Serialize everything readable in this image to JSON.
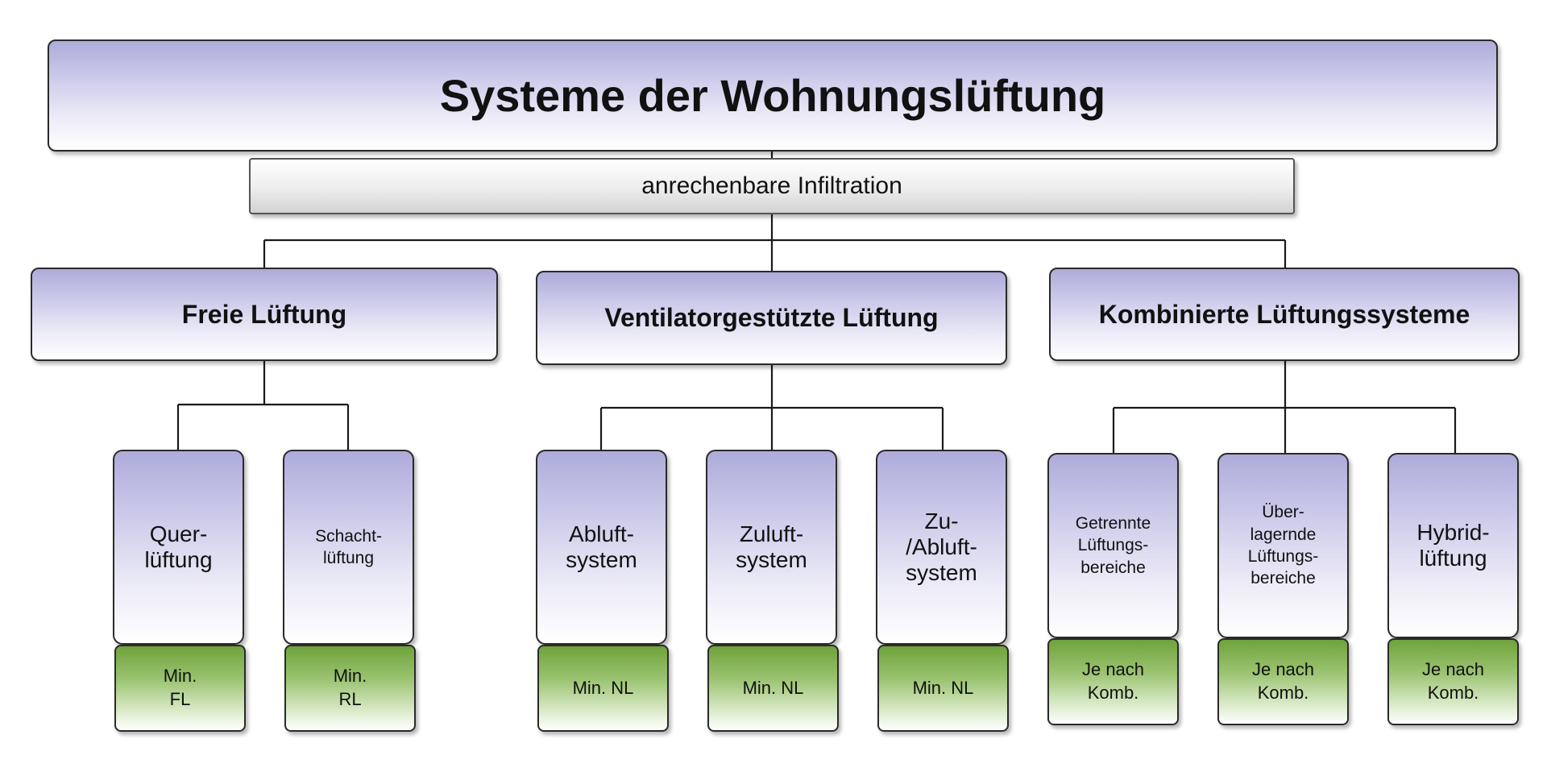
{
  "title": "Systeme der Wohnungslüftung",
  "infiltration": "anrechenbare Infiltration",
  "categories": {
    "free": {
      "label": "Freie Lüftung",
      "systems": [
        {
          "label": "Quer-\nlüftung",
          "note": "Min.\nFL"
        },
        {
          "label": "Schacht-\nlüftung",
          "note": "Min.\nRL"
        }
      ]
    },
    "fan": {
      "label": "Ventilatorgestützte Lüftung",
      "systems": [
        {
          "label": "Abluft-\nsystem",
          "note": "Min. NL"
        },
        {
          "label": "Zuluft-\nsystem",
          "note": "Min. NL"
        },
        {
          "label": "Zu-\n/Abluft-\nsystem",
          "note": "Min. NL"
        }
      ]
    },
    "combined": {
      "label": "Kombinierte Lüftungssysteme",
      "systems": [
        {
          "label": "Getrennte\nLüftungs-\nbereiche",
          "note": "Je nach\nKomb."
        },
        {
          "label": "Über-\nlagernde\nLüftungs-\nbereiche",
          "note": "Je nach\nKomb."
        },
        {
          "label": "Hybrid-\nlüftung",
          "note": "Je nach\nKomb."
        }
      ]
    }
  }
}
